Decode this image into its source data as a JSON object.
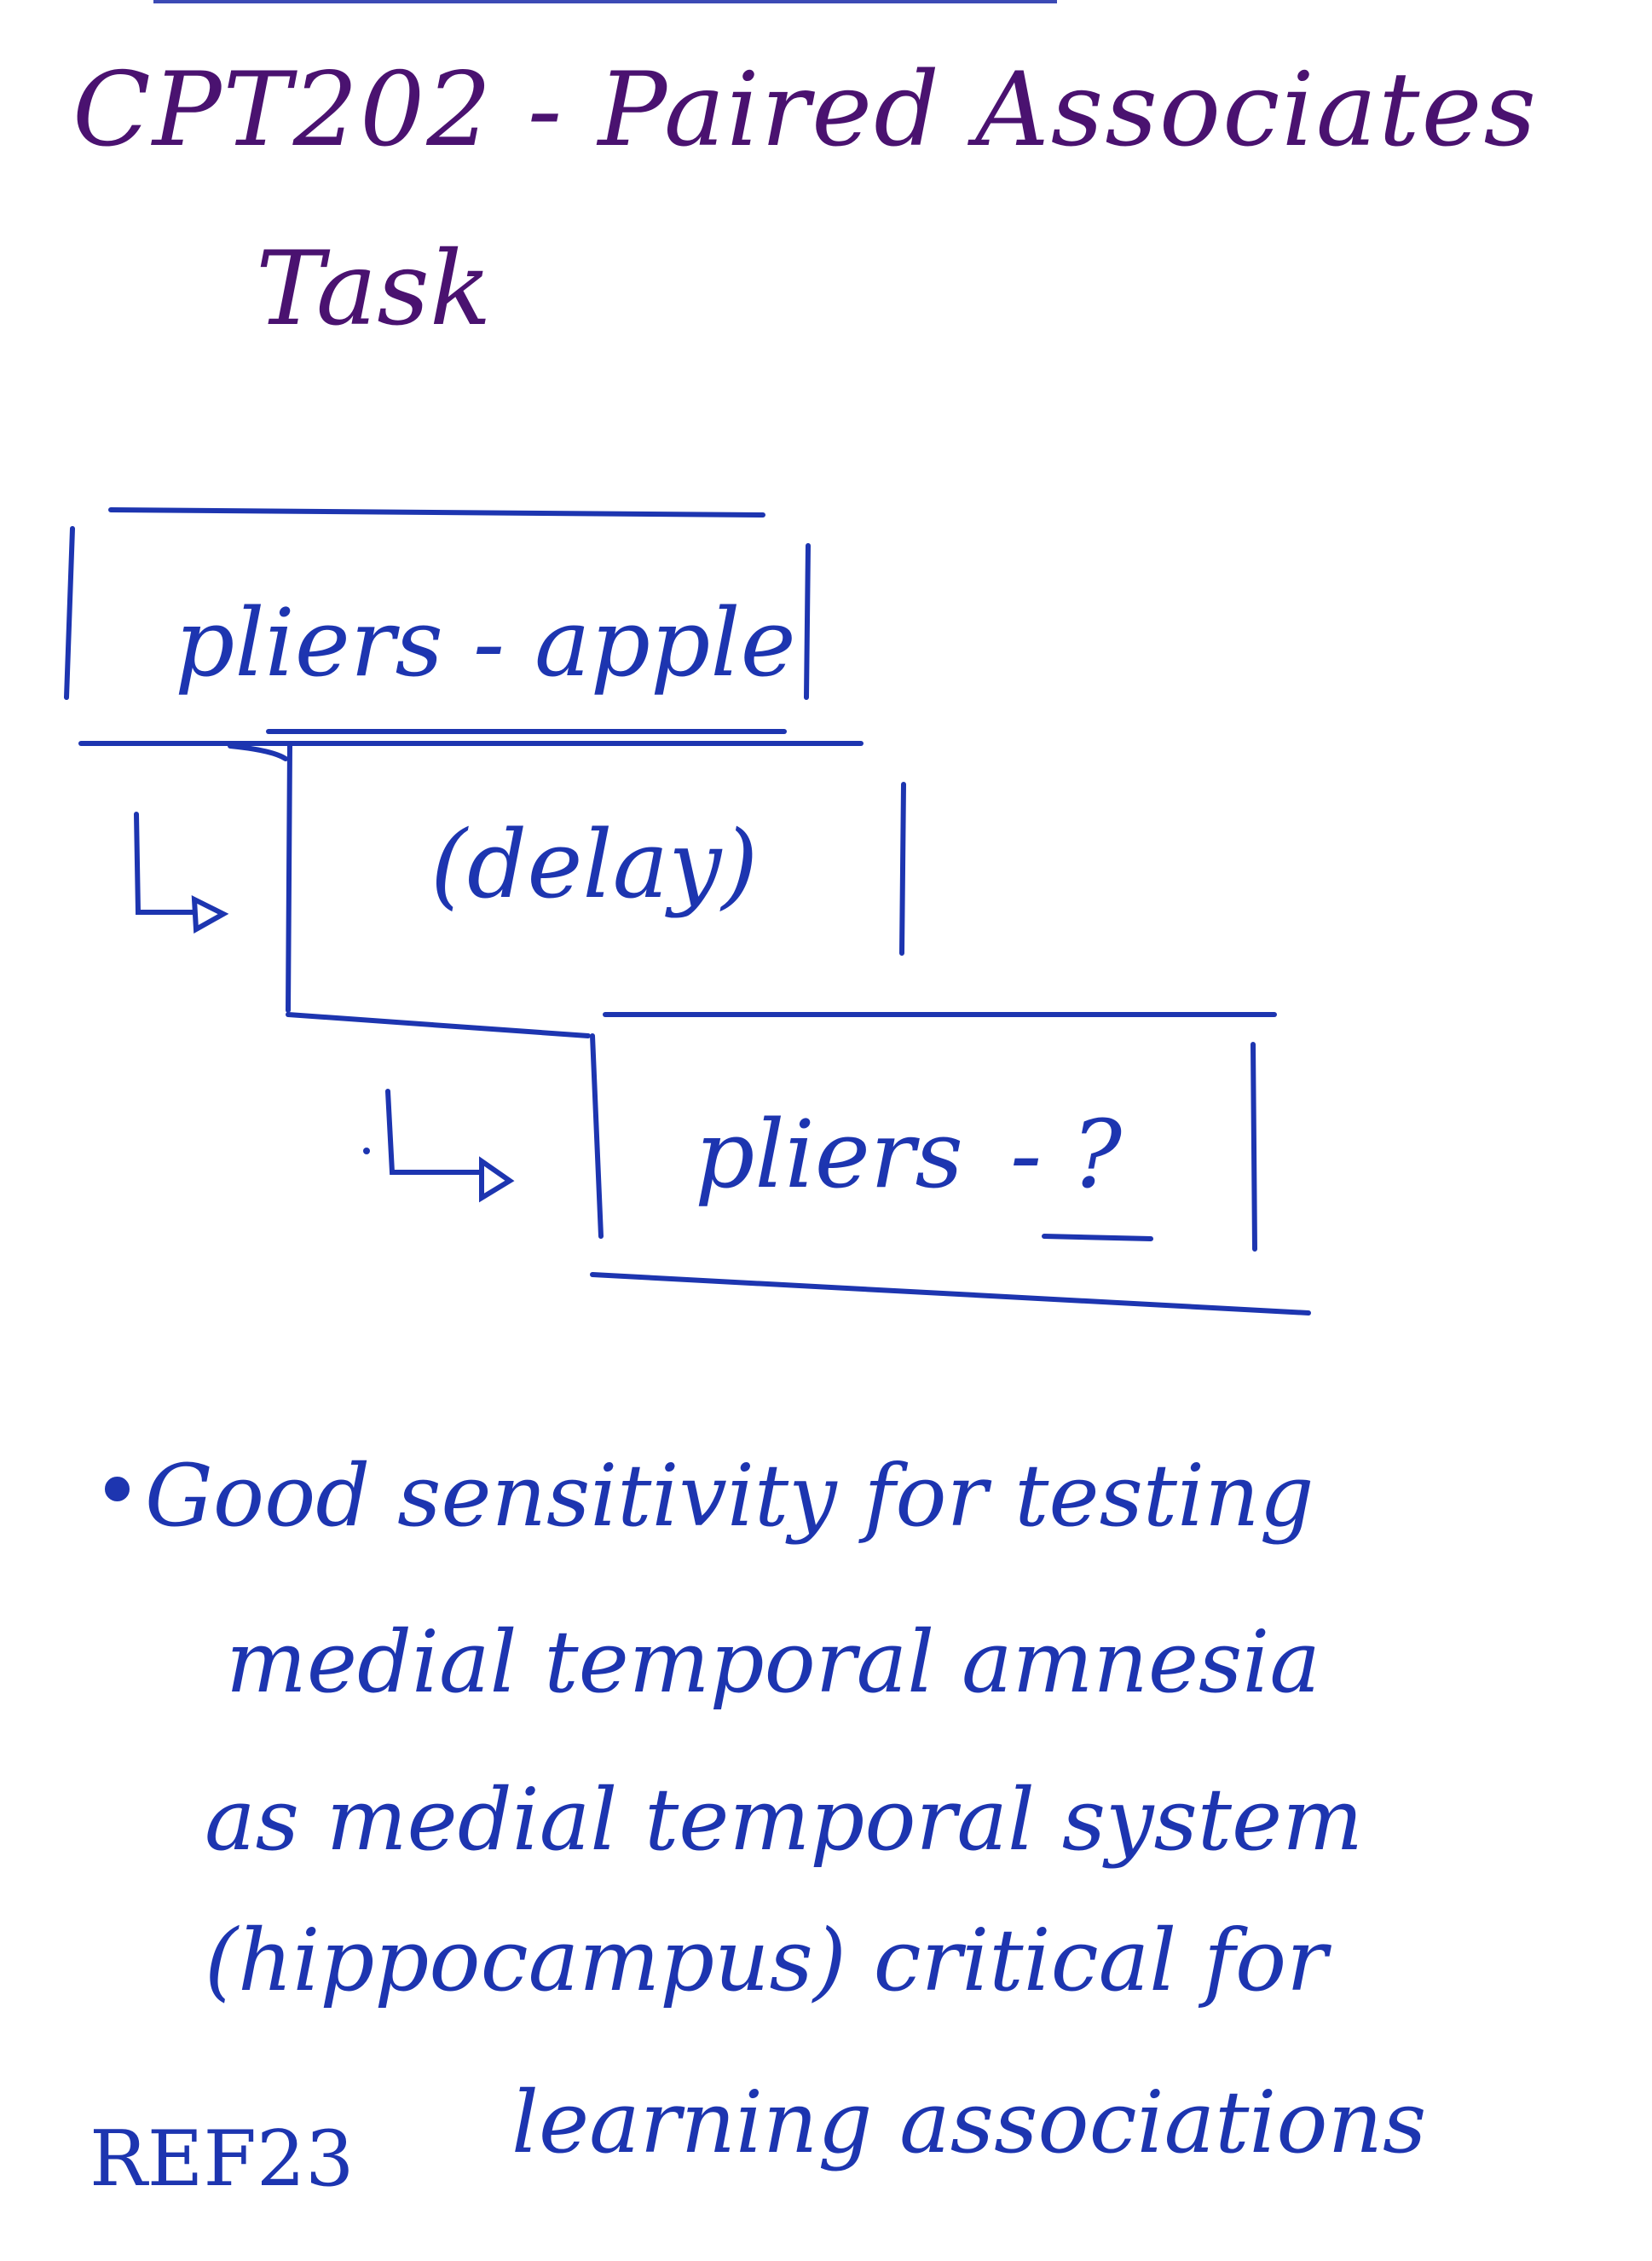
{
  "title": {
    "line1": "CPT202 - Paired Associates",
    "line2": "Task"
  },
  "diagram": {
    "step1": "pliers - apple",
    "step2": "(delay)",
    "step3_word": "pliers",
    "step3_blank": "- ?"
  },
  "note": {
    "bullet": "•",
    "lines": [
      "Good sensitivity for testing",
      "medial temporal amnesia",
      "as medial temporal system",
      "(hippocampus) critical for",
      "learning associations"
    ]
  },
  "reference": "REF23",
  "colors": {
    "title_ink": "#4a1270",
    "body_ink": "#1d35b0",
    "paper": "#ffffff"
  }
}
